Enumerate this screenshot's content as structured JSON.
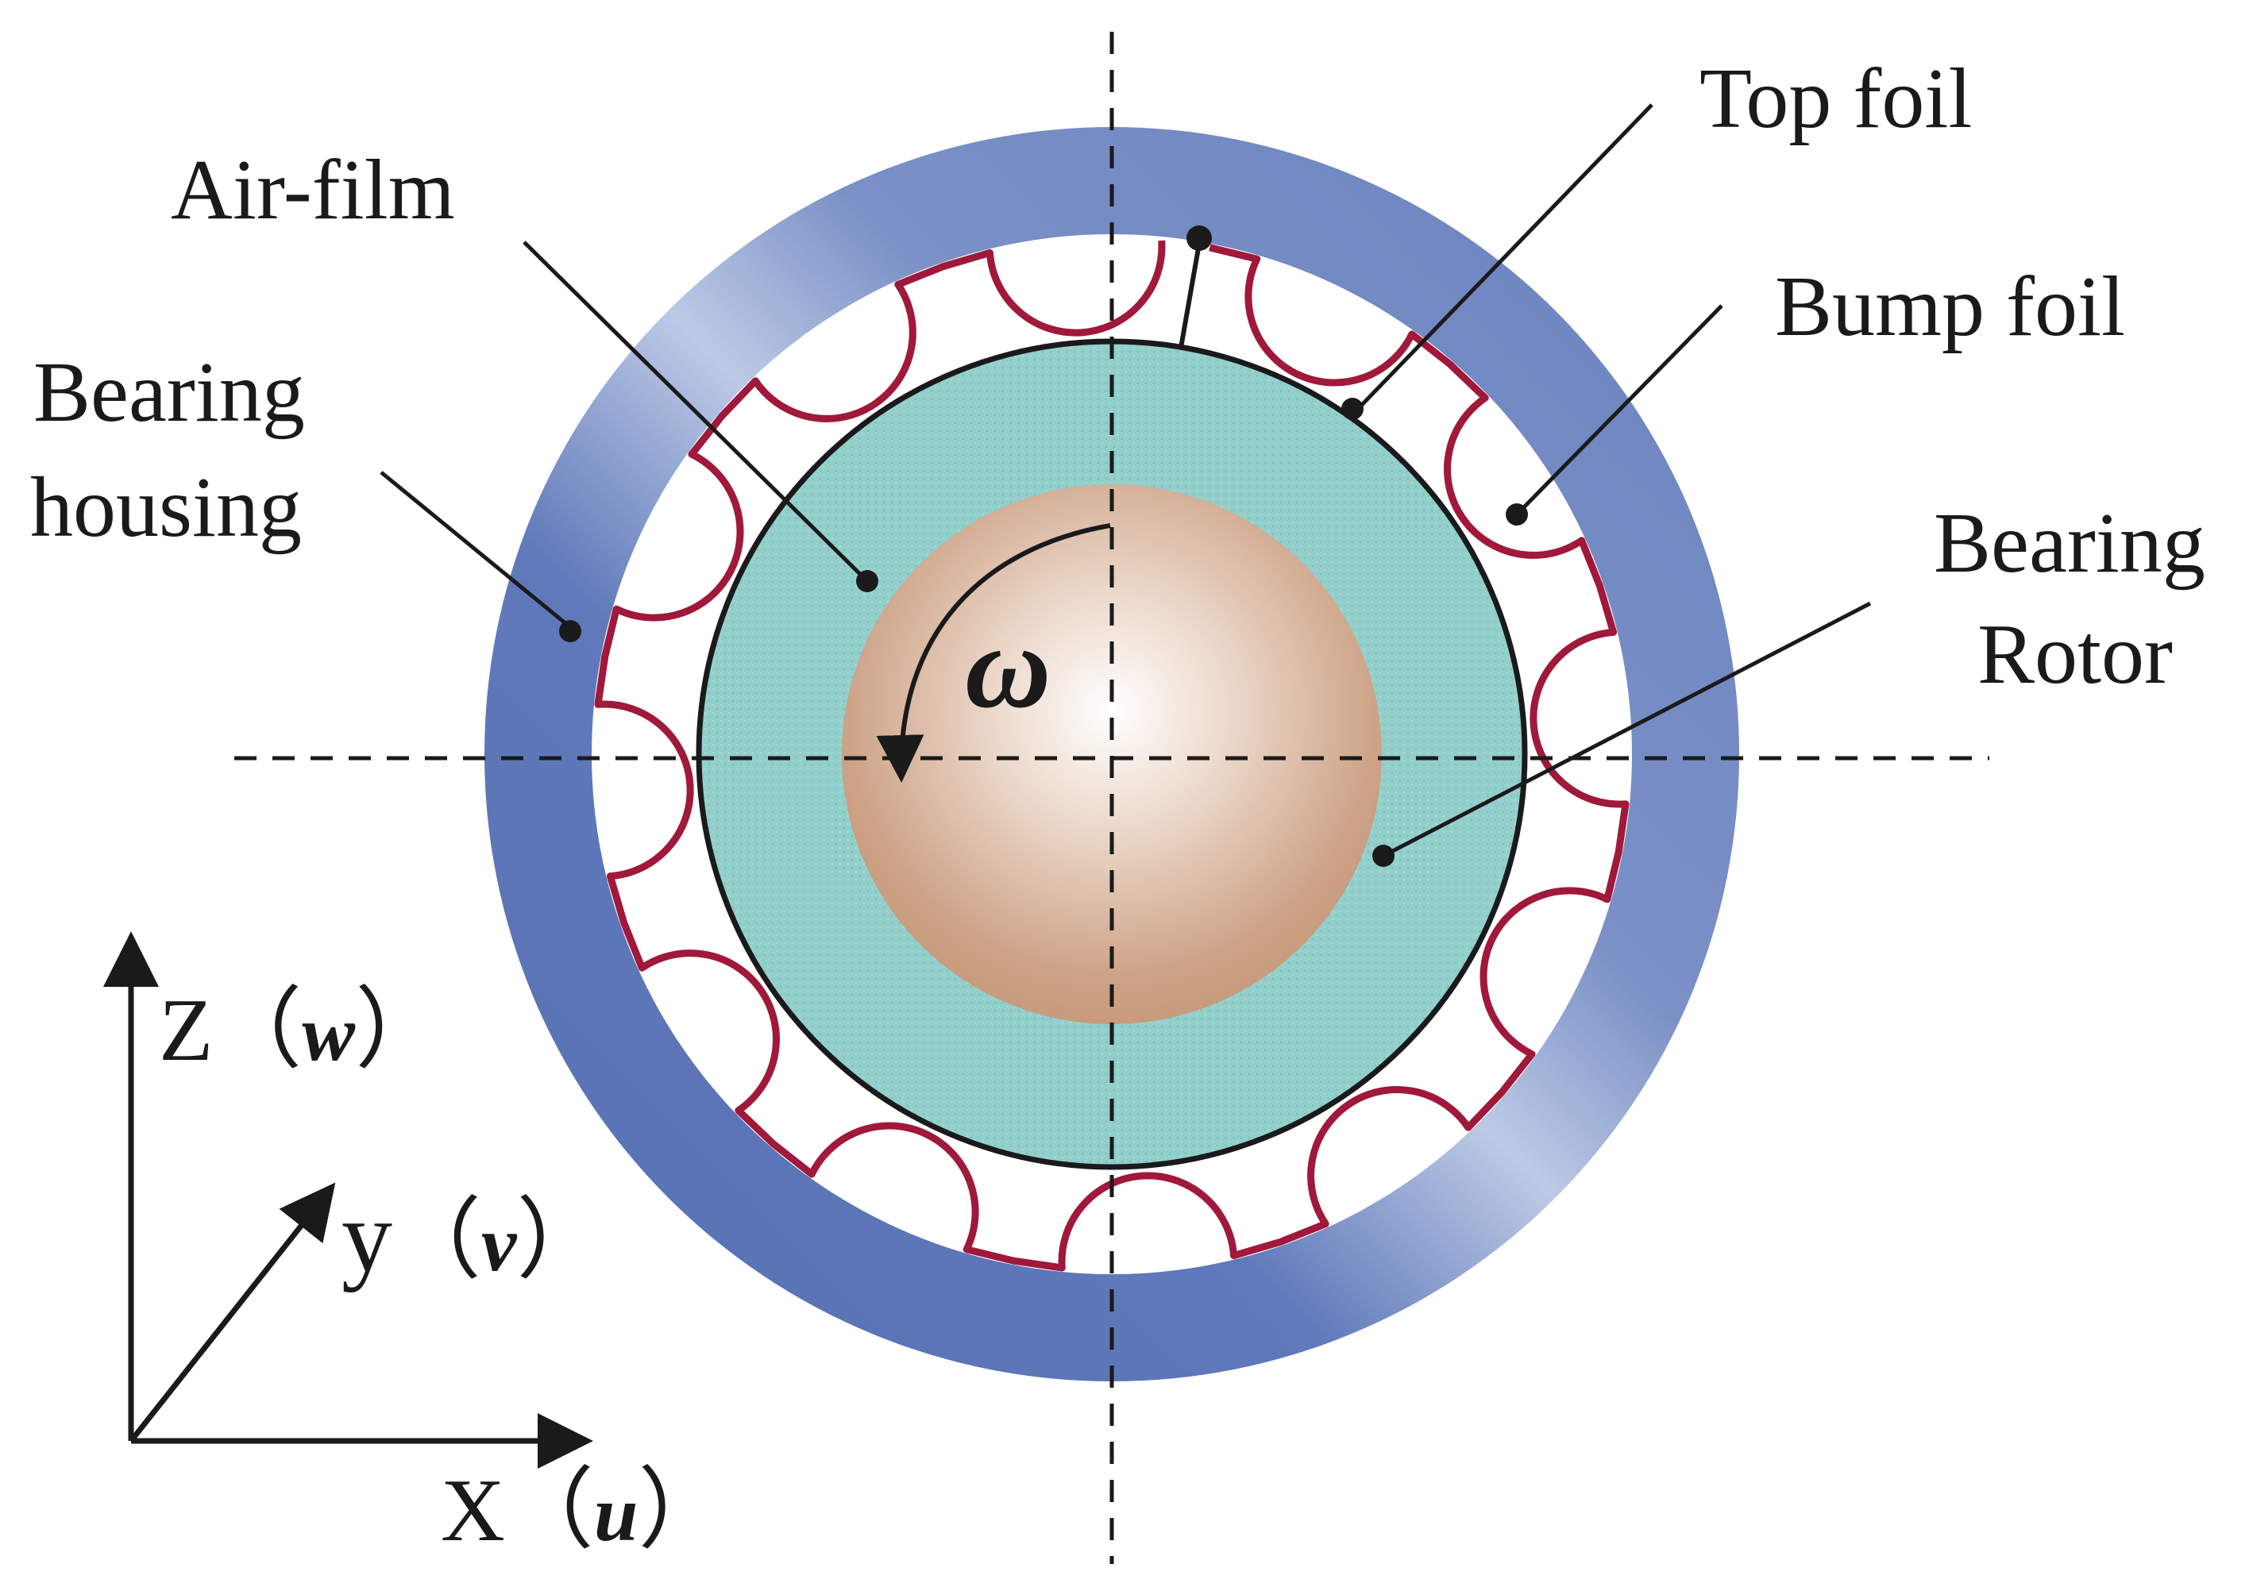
{
  "labels": {
    "top_foil": "Top foil",
    "air_film": "Air-film",
    "bump_foil": "Bump foil",
    "housing_line1": "Bearing",
    "housing_line2": "housing",
    "rotor_line1": "Bearing",
    "rotor_line2": "Rotor",
    "omega": "ω"
  },
  "axes": {
    "z_name": "Z",
    "z_var": "w",
    "y_name": "y",
    "y_var": "v",
    "x_name": "X",
    "x_var": "u",
    "open_paren": "（",
    "close_paren": "）"
  },
  "colors": {
    "housing_dark": "#5a74b6",
    "housing_light": "#b9c7e3",
    "air_film": "#93cfcb",
    "rotor_light": "#ffffff",
    "rotor_dark": "#c79a7a",
    "bump_foil": "#a0183a",
    "lines": "#1a1a1a"
  },
  "bump_count": 12
}
